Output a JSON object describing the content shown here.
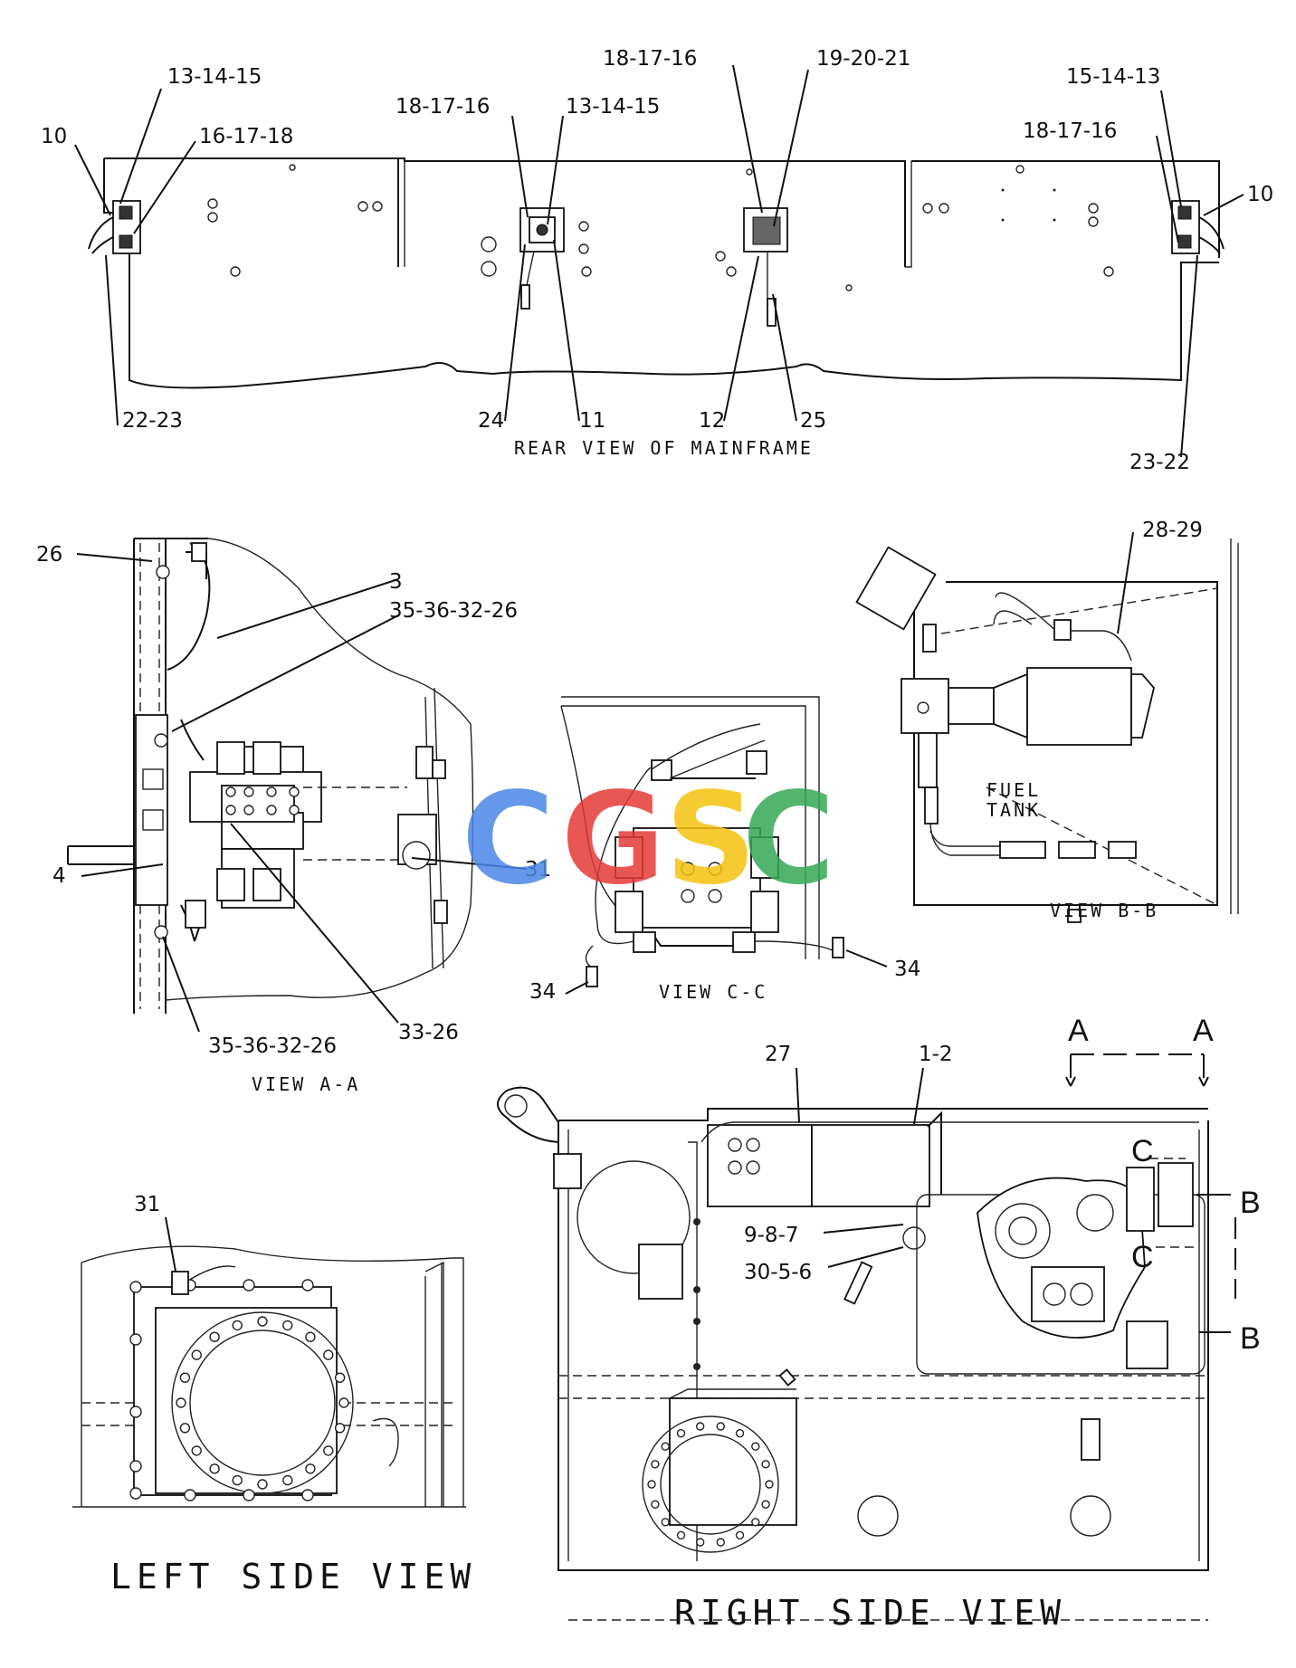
{
  "rear_view": {
    "caption": "REAR VIEW OF MAINFRAME",
    "callouts": [
      "10",
      "13-14-15",
      "16-17-18",
      "22-23",
      "18-17-16",
      "13-14-15",
      "24",
      "11",
      "18-17-16",
      "19-20-21",
      "12",
      "25",
      "15-14-13",
      "18-17-16",
      "10",
      "23-22"
    ]
  },
  "view_a": {
    "caption": "VIEW A-A",
    "callouts": [
      "26",
      "3",
      "35-36-32-26",
      "4",
      "31",
      "33-26",
      "35-36-32-26"
    ]
  },
  "view_c": {
    "caption": "VIEW C-C",
    "callouts": [
      "34",
      "34"
    ]
  },
  "view_b": {
    "caption": "VIEW B-B",
    "callouts": [
      "28-29"
    ],
    "tank_label_1": "FUEL",
    "tank_label_2": "TANK"
  },
  "left_side": {
    "caption": "LEFT SIDE VIEW",
    "callouts": [
      "31"
    ]
  },
  "right_side": {
    "caption": "RIGHT SIDE VIEW",
    "callouts": [
      "27",
      "1-2",
      "9-8-7",
      "30-5-6"
    ],
    "section_marks": [
      "A",
      "A",
      "C",
      "C",
      "B",
      "B"
    ]
  },
  "watermark": {
    "letters": [
      "C",
      "G",
      "S",
      "C"
    ],
    "colors": [
      "#4a86e8",
      "#e53935",
      "#f4c20d",
      "#34a853"
    ]
  }
}
